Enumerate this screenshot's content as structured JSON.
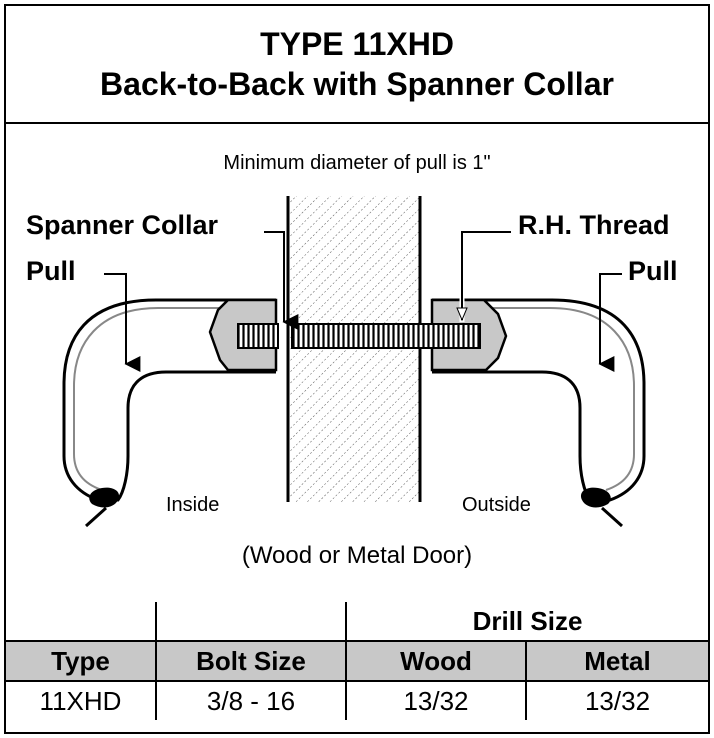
{
  "header": {
    "title_line1": "TYPE 11XHD",
    "title_line2": "Back-to-Back with Spanner Collar"
  },
  "diagram": {
    "note": "Minimum diameter of pull is 1\"",
    "labels": {
      "spanner_collar": "Spanner Collar",
      "rh_thread": "R.H. Thread",
      "pull_left": "Pull",
      "pull_right": "Pull",
      "inside": "Inside",
      "outside": "Outside",
      "door": "(Wood or Metal Door)"
    }
  },
  "table": {
    "group_header": "Drill Size",
    "columns": [
      "Type",
      "Bolt Size",
      "Wood",
      "Metal"
    ],
    "rows": [
      [
        "11XHD",
        "3/8 - 16",
        "13/32",
        "13/32"
      ]
    ]
  }
}
